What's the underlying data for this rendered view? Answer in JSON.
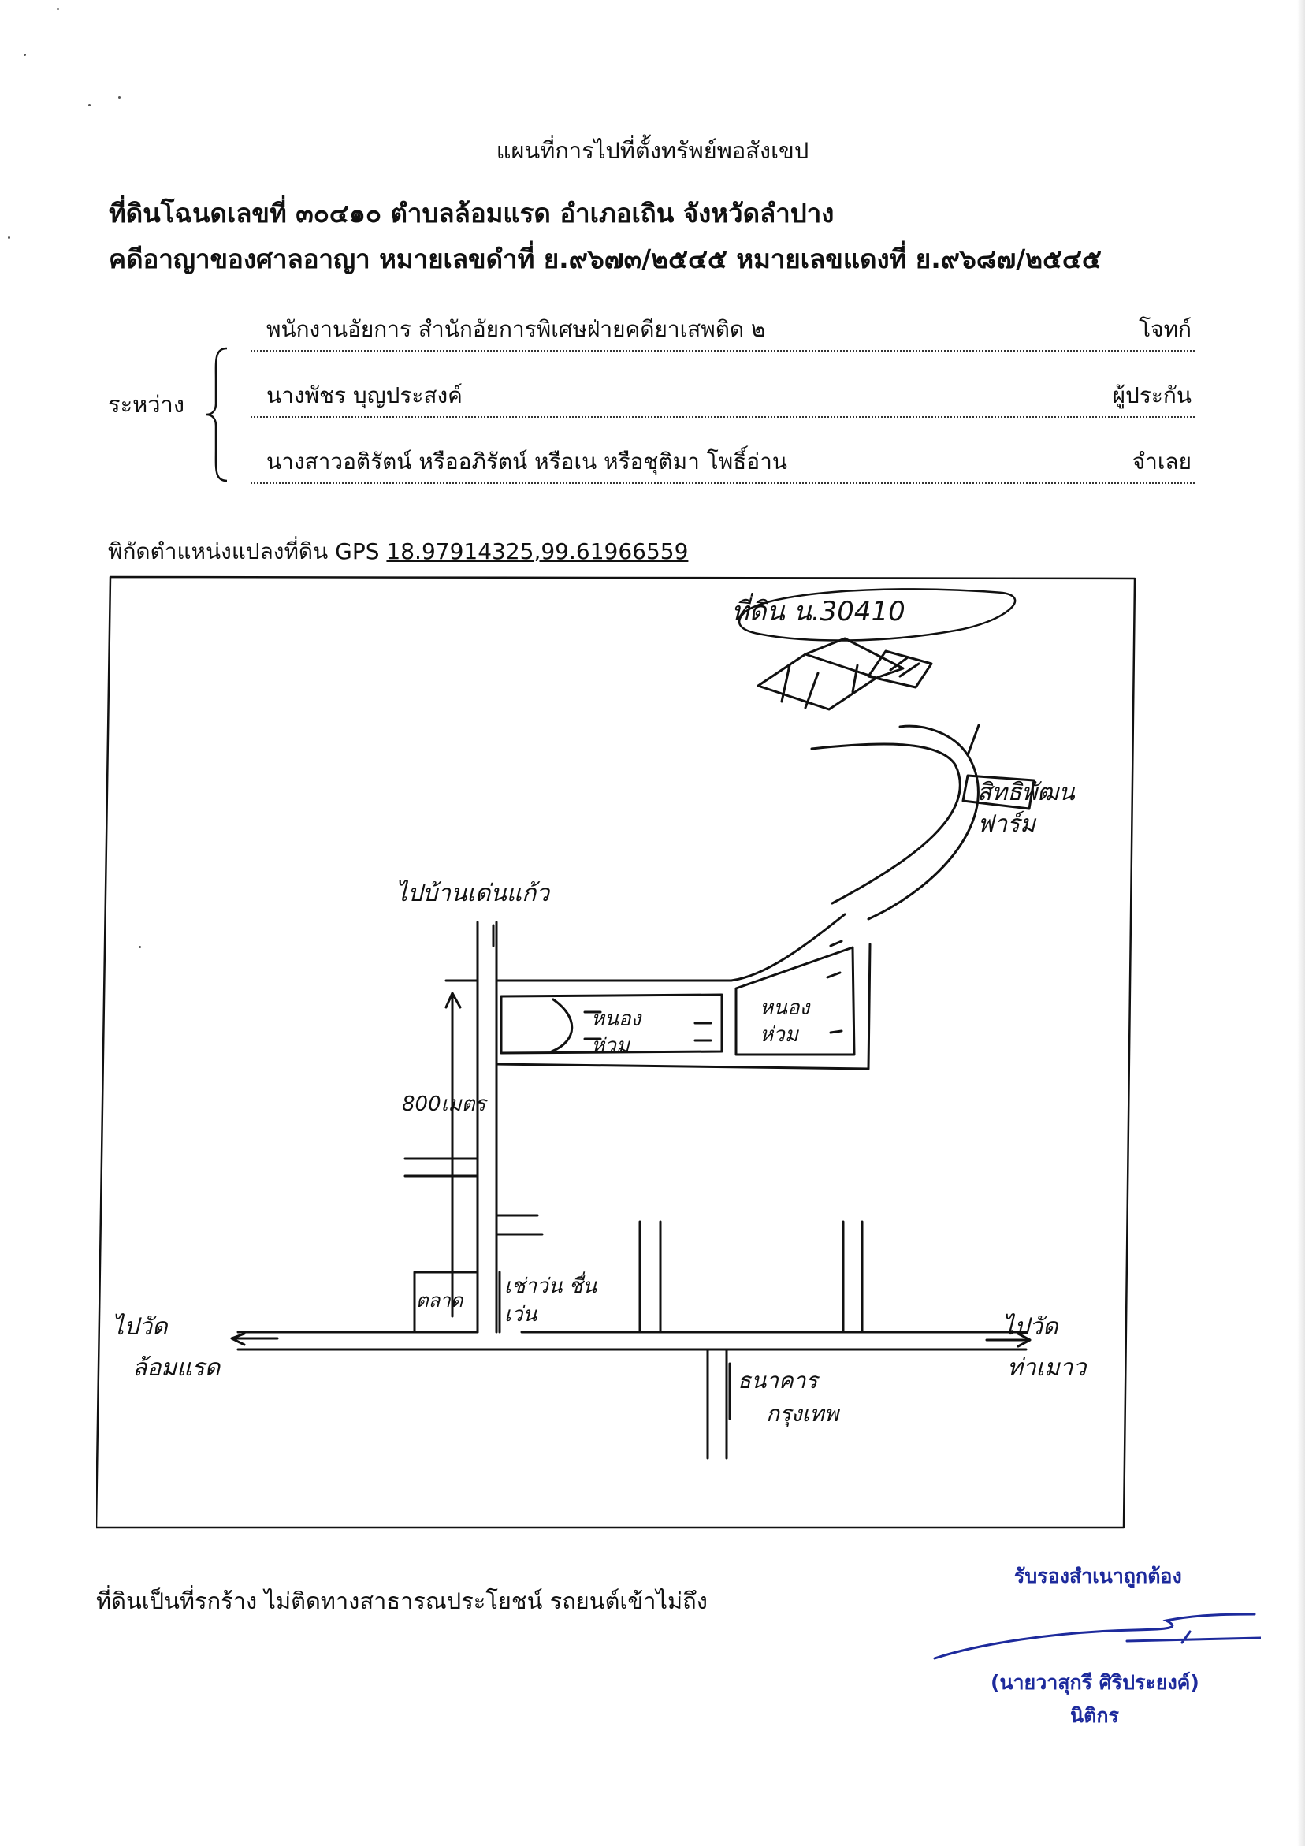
{
  "document": {
    "title": "แผนที่การไปที่ตั้งทรัพย์พอสังเขป",
    "deed_line": "ที่ดินโฉนดเลขที่ ๓๐๔๑๐ ตำบลล้อมแรด อำเภอเถิน จังหวัดลำปาง",
    "case_line": "คดีอาญาของศาลอาญา หมายเลขดำที่ ย.๙๖๗๓/๒๕๔๕ หมายเลขแดงที่ ย.๙๖๘๗/๒๕๔๕",
    "between_label": "ระหว่าง",
    "parties": [
      {
        "name": "พนักงานอัยการ สำนักอัยการพิเศษฝ่ายคดียาเสพติด ๒",
        "role": "โจทก์"
      },
      {
        "name": "นางพัชร  บุญประสงค์",
        "role": "ผู้ประกัน"
      },
      {
        "name": "นางสาวอติรัตน์ หรืออภิรัตน์ หรือเน หรือชุติมา  โพธิ์อ่าน",
        "role": "จำเลย"
      }
    ],
    "gps_label": "พิกัดตำแหน่งแปลงที่ดิน GPS",
    "gps_value": "18.97914325,99.61966559",
    "conclusion": "ที่ดินเป็นที่รกร้าง ไม่ติดทางสาธารณประโยชน์ รถยนต์เข้าไม่ถึง"
  },
  "map": {
    "labels": {
      "deed_bubble": "ที่ดิน น.30410",
      "farm": "สิทธิพัฒน ฟาร์ม",
      "to_north": "ไปบ้านเด่นแก้ว",
      "distance": "800เมตร",
      "pond_left": "หนองห่วม",
      "pond_right": "หนองห่วม",
      "market": "ตลาด",
      "rental_shop": "เช่าว่น ชื่นเว่น",
      "to_west_line1": "ไปวัด",
      "to_west_line2": "ล้อมแรด",
      "to_east_line1": "ไปวัด",
      "to_east_line2": "ท่าเมาว",
      "bank_line1": "ธนาคาร",
      "bank_line2": "กรุงเทพ"
    }
  },
  "certification": {
    "certify_text": "รับรองสำเนาถูกต้อง",
    "signer_name": "(นายวาสุกรี  ศิริประยงค์)",
    "signer_title": "นิติกร"
  },
  "colors": {
    "stamp_ink": "#1d2a9c",
    "text": "#111111"
  }
}
